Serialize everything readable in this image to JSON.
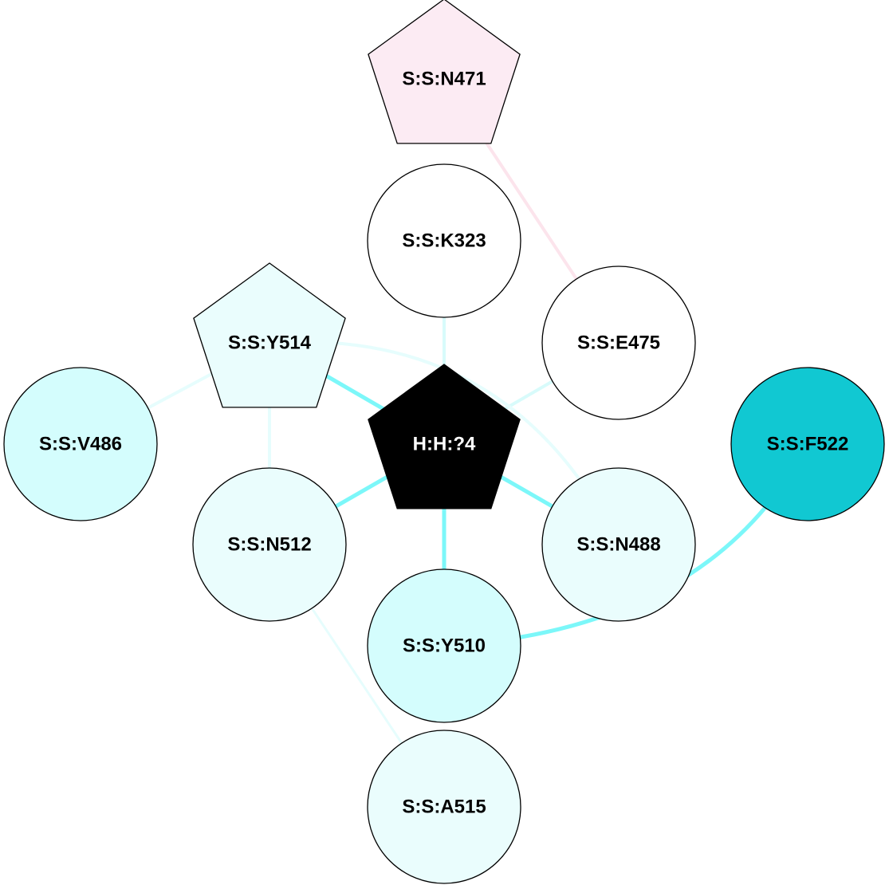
{
  "nodes": [
    {
      "id": "n471",
      "label": "S:S:N471",
      "shape": "pentagon",
      "fill": "#fcebf3",
      "text_color": "#000000"
    },
    {
      "id": "k323",
      "label": "S:S:K323",
      "shape": "circle",
      "fill": "#ffffff",
      "text_color": "#000000"
    },
    {
      "id": "e475",
      "label": "S:S:E475",
      "shape": "circle",
      "fill": "#ffffff",
      "text_color": "#000000"
    },
    {
      "id": "y514",
      "label": "S:S:Y514",
      "shape": "pentagon",
      "fill": "#eafdfd",
      "text_color": "#000000"
    },
    {
      "id": "v486",
      "label": "S:S:V486",
      "shape": "circle",
      "fill": "#d4fdfd",
      "text_color": "#000000"
    },
    {
      "id": "h4",
      "label": "H:H:?4",
      "shape": "pentagon",
      "fill": "#000000",
      "text_color": "#ffffff"
    },
    {
      "id": "f522",
      "label": "S:S:F522",
      "shape": "circle",
      "fill": "#11c8d2",
      "text_color": "#000000"
    },
    {
      "id": "n512",
      "label": "S:S:N512",
      "shape": "circle",
      "fill": "#eafdfd",
      "text_color": "#000000"
    },
    {
      "id": "n488",
      "label": "S:S:N488",
      "shape": "circle",
      "fill": "#eafdfd",
      "text_color": "#000000"
    },
    {
      "id": "y510",
      "label": "S:S:Y510",
      "shape": "circle",
      "fill": "#d4fdfd",
      "text_color": "#000000"
    },
    {
      "id": "a515",
      "label": "S:S:A515",
      "shape": "circle",
      "fill": "#eafdfd",
      "text_color": "#000000"
    }
  ],
  "edges": [
    {
      "from": "n471",
      "to": "e475",
      "color": "#fce4ec"
    },
    {
      "from": "k323",
      "to": "h4",
      "color": "#d8fbfb"
    },
    {
      "from": "e475",
      "to": "h4",
      "color": "#d8fbfb"
    },
    {
      "from": "y514",
      "to": "h4",
      "color": "#7cf7f9"
    },
    {
      "from": "y514",
      "to": "v486",
      "color": "#e6fdfd"
    },
    {
      "from": "y514",
      "to": "n512",
      "color": "#e6fdfd"
    },
    {
      "from": "y514",
      "to": "n488",
      "color": "#e6fdfd"
    },
    {
      "from": "h4",
      "to": "n512",
      "color": "#7cf7f9"
    },
    {
      "from": "h4",
      "to": "n488",
      "color": "#7cf7f9"
    },
    {
      "from": "h4",
      "to": "y510",
      "color": "#7cf7f9"
    },
    {
      "from": "f522",
      "to": "y510",
      "color": "#7cf7f9"
    },
    {
      "from": "n512",
      "to": "a515",
      "color": "#e6fdfd"
    }
  ]
}
